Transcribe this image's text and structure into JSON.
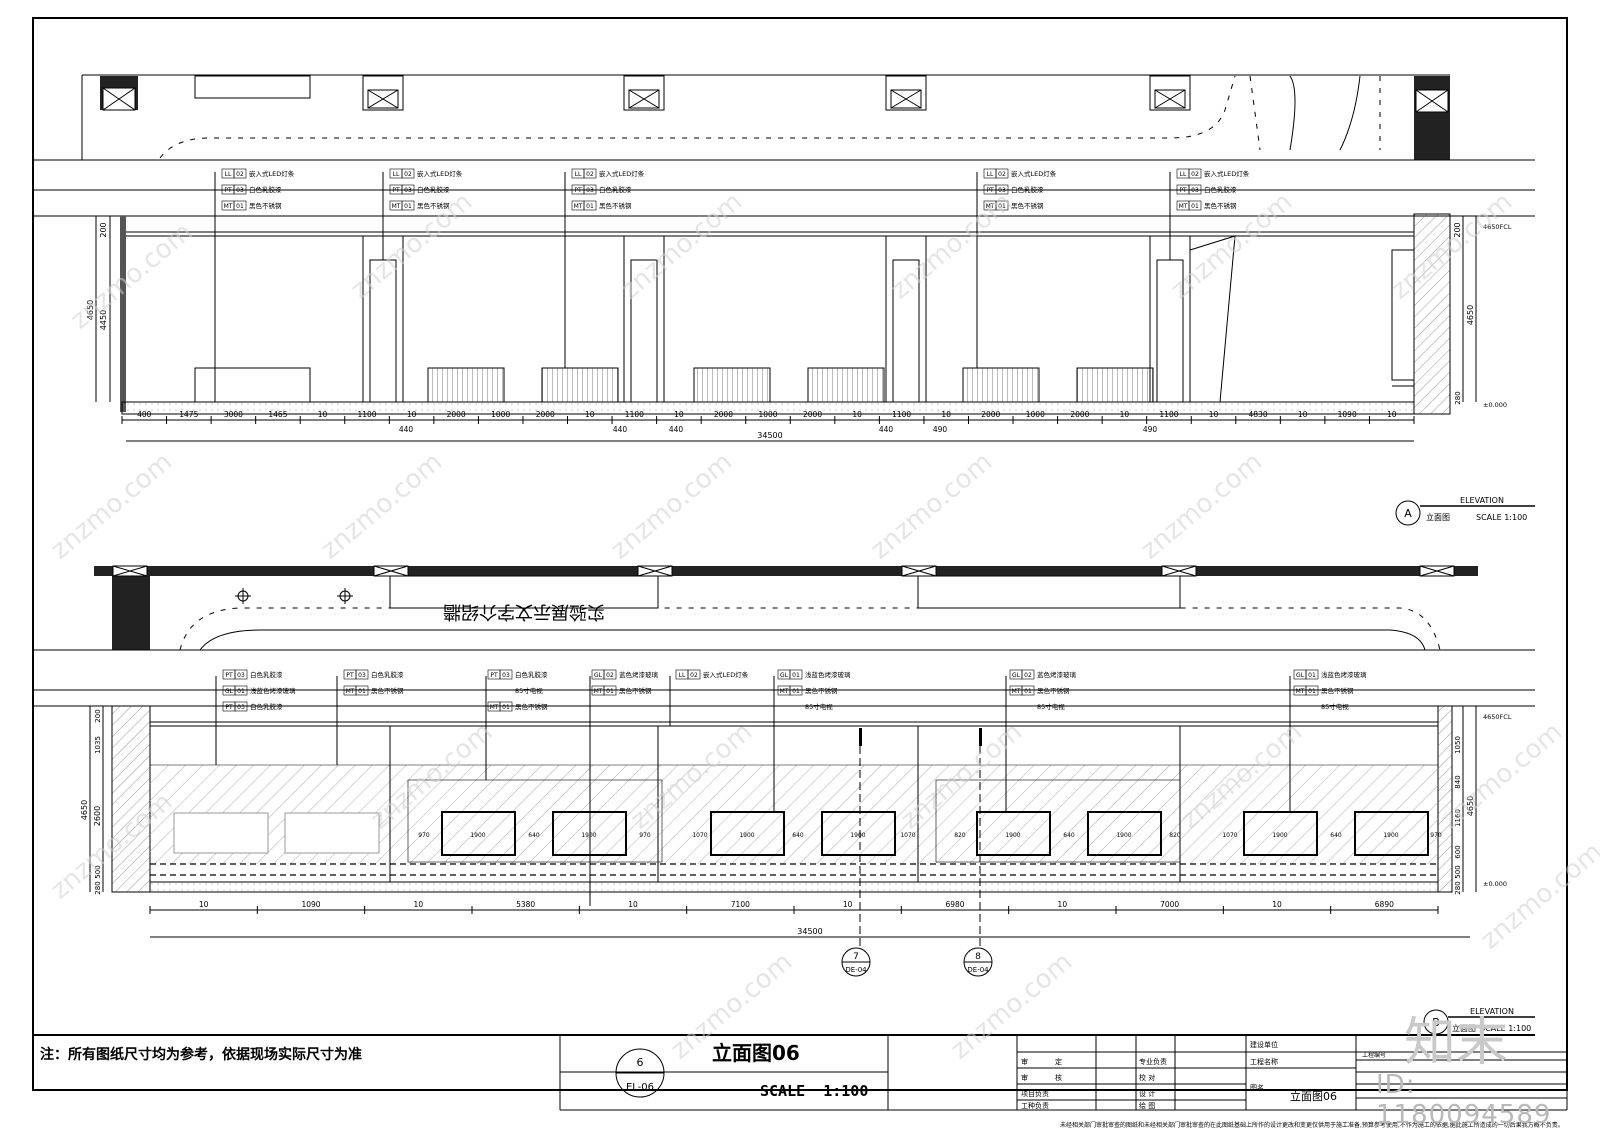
{
  "note": "注：所有图纸尺寸均为参考，依据现场实际尺寸为准",
  "title_block": {
    "sheet_title": "立面图06",
    "scale_text": "SCALE",
    "scale_value": "1:100",
    "ref_num": "6",
    "ref_sheet": "EL-06",
    "table": {
      "r1": [
        "审",
        "定",
        "专业负责"
      ],
      "r2": [
        "审",
        "核",
        "校  对"
      ],
      "r3": [
        "项目负责",
        "设  计"
      ],
      "r4": [
        "工种负责",
        "绘  图"
      ],
      "design_unit": "建设单位",
      "project_name": "工程名称",
      "drawing_name_label": "图名",
      "drawing_name": "立面图06",
      "project_no": "工程编号",
      "disclaimer": "未经相关部门审批审查的图纸和未经相关部门审批审查的在此图纸基础上所作的设计更改和变更仅供用于施工准备,预算参考使用,不作为施工的依据,据此施工所造成的一切后果我方概不负责。"
    }
  },
  "elevation_a": {
    "marker": "A",
    "label_en": "ELEVATION",
    "label_cn": "立面图",
    "scale": "SCALE 1:100",
    "heights_left": [
      "200",
      "4650",
      "4450"
    ],
    "heights_right": [
      "200",
      "4650",
      "280"
    ],
    "level_top": "4650FCL",
    "level_bottom": "±0.000",
    "bottom_dims": [
      "400",
      "1475",
      "3000",
      "1465",
      "10",
      "1100",
      "10",
      "2000",
      "1000",
      "2000",
      "10",
      "1100",
      "10",
      "2000",
      "1000",
      "2000",
      "10",
      "1100",
      "10",
      "2000",
      "1000",
      "2000",
      "10",
      "1100",
      "10",
      "4830",
      "10",
      "1090",
      "10"
    ],
    "sub_dims": [
      "440",
      "440",
      "440",
      "440",
      "490",
      "490"
    ],
    "total": "34500",
    "tags": [
      {
        "items": [
          [
            "LL",
            "02",
            "嵌入式LED灯条"
          ],
          [
            "PT",
            "03",
            "白色乳胶漆"
          ],
          [
            "MT",
            "01",
            "黑色不锈钢"
          ]
        ]
      },
      {
        "items": [
          [
            "LL",
            "02",
            "嵌入式LED灯条"
          ],
          [
            "PT",
            "03",
            "白色乳胶漆"
          ],
          [
            "MT",
            "01",
            "黑色不锈钢"
          ]
        ]
      },
      {
        "items": [
          [
            "LL",
            "02",
            "嵌入式LED灯条"
          ],
          [
            "PT",
            "03",
            "白色乳胶漆"
          ],
          [
            "MT",
            "01",
            "黑色不锈钢"
          ]
        ]
      },
      {
        "items": [
          [
            "LL",
            "02",
            "嵌入式LED灯条"
          ],
          [
            "PT",
            "03",
            "白色乳胶漆"
          ],
          [
            "MT",
            "01",
            "黑色不锈钢"
          ]
        ]
      },
      {
        "items": [
          [
            "LL",
            "02",
            "嵌入式LED灯条"
          ],
          [
            "PT",
            "03",
            "白色乳胶漆"
          ],
          [
            "MT",
            "01",
            "黑色不锈钢"
          ]
        ]
      }
    ]
  },
  "elevation_b": {
    "marker": "B",
    "label_en": "ELEVATION",
    "label_cn": "立面图",
    "scale": "SCALE 1:100",
    "heights_left": [
      "200",
      "1035",
      "4650",
      "2600",
      "500",
      "280"
    ],
    "heights_right": [
      "1050",
      "840",
      "4650",
      "1160",
      "600",
      "500",
      "280"
    ],
    "level_top": "4650FCL",
    "level_bottom": "±0.000",
    "bottom_dims": [
      "10",
      "1090",
      "10",
      "5380",
      "10",
      "7100",
      "10",
      "6980",
      "10",
      "7000",
      "10",
      "6890"
    ],
    "total": "34500",
    "mirrored_text": "实验展示文字介绍牆",
    "sections": [
      {
        "num": "7",
        "ref": "DE-04"
      },
      {
        "num": "8",
        "ref": "DE-04"
      }
    ],
    "screen_dims": [
      "1900",
      "1900",
      "1900",
      "1900",
      "1900",
      "1900",
      "1900",
      "1900"
    ],
    "gap_dims": [
      "970",
      "640",
      "970",
      "1070",
      "640",
      "1070",
      "820",
      "640",
      "820",
      "1070",
      "640",
      "970"
    ],
    "tags": [
      {
        "items": [
          [
            "PT",
            "03",
            "白色乳胶漆"
          ],
          [
            "GL",
            "01",
            "浅蓝色烤漆玻璃"
          ],
          [
            "PT",
            "03",
            "白色乳胶漆"
          ]
        ]
      },
      {
        "items": [
          [
            "PT",
            "03",
            "白色乳胶漆"
          ],
          [
            "MT",
            "01",
            "黑色不锈钢"
          ]
        ]
      },
      {
        "items": [
          [
            "PT",
            "03",
            "白色乳胶漆"
          ],
          [
            "",
            "",
            "85寸电视"
          ],
          [
            "MT",
            "01",
            "黑色不锈钢"
          ]
        ]
      },
      {
        "items": [
          [
            "GL",
            "02",
            "蓝色烤漆玻璃"
          ],
          [
            "MT",
            "01",
            "黑色不锈钢"
          ]
        ]
      },
      {
        "items": [
          [
            "LL",
            "02",
            "嵌入式LED灯条"
          ]
        ]
      },
      {
        "items": [
          [
            "GL",
            "01",
            "浅蓝色烤漆玻璃"
          ],
          [
            "MT",
            "01",
            "黑色不锈钢"
          ],
          [
            "",
            "",
            "85寸电视"
          ]
        ]
      },
      {
        "items": [
          [
            "GL",
            "02",
            "蓝色烤漆玻璃"
          ],
          [
            "MT",
            "01",
            "黑色不锈钢"
          ],
          [
            "",
            "",
            "85寸电视"
          ]
        ]
      },
      {
        "items": [
          [
            "GL",
            "01",
            "浅蓝色烤漆玻璃"
          ],
          [
            "MT",
            "01",
            "黑色不锈钢"
          ],
          [
            "",
            "",
            "85寸电视"
          ]
        ]
      }
    ]
  },
  "watermark": "znzmo.com",
  "logo": "知末",
  "id_text": "ID: 1180094589",
  "colors": {
    "line": "#000000",
    "hatch": "#8a8a8a",
    "watermark": "#cfcfcf"
  }
}
